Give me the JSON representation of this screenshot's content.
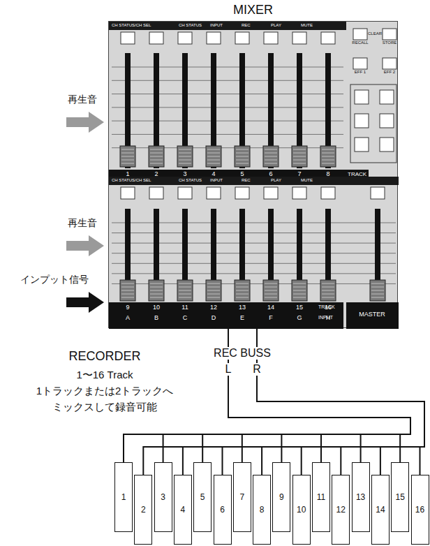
{
  "diagram": {
    "nodes": [
      {
        "text": [
          "MIXER"
        ]
      },
      {
        "text": [
          "1"
        ]
      },
      {
        "text": [
          "2"
        ]
      },
      {
        "text": [
          "3"
        ]
      },
      {
        "text": [
          "4"
        ]
      },
      {
        "text": [
          "5"
        ]
      },
      {
        "text": [
          "6"
        ]
      },
      {
        "text": [
          "7"
        ]
      },
      {
        "text": [
          "8"
        ]
      },
      {
        "text": [
          "9"
        ]
      },
      {
        "text": [
          "10"
        ]
      },
      {
        "text": [
          "11"
        ]
      },
      {
        "text": [
          "12"
        ]
      },
      {
        "text": [
          "13"
        ]
      },
      {
        "text": [
          "14"
        ]
      },
      {
        "text": [
          "15"
        ]
      },
      {
        "text": [
          "16"
        ]
      }
    ],
    "edges": [
      {
        "from": 0,
        "to": 1,
        "arrow": "none"
      },
      {
        "from": 0,
        "to": 2,
        "arrow": "none"
      },
      {
        "from": 0,
        "to": 3,
        "arrow": "none"
      },
      {
        "from": 0,
        "to": 4,
        "arrow": "none"
      },
      {
        "from": 0,
        "to": 5,
        "arrow": "none"
      },
      {
        "from": 0,
        "to": 6,
        "arrow": "none"
      },
      {
        "from": 0,
        "to": 7,
        "arrow": "none"
      },
      {
        "from": 0,
        "to": 8,
        "arrow": "none"
      },
      {
        "from": 0,
        "to": 9,
        "arrow": "none"
      },
      {
        "from": 0,
        "to": 10,
        "arrow": "none"
      },
      {
        "from": 0,
        "to": 11,
        "arrow": "none"
      },
      {
        "from": 0,
        "to": 12,
        "arrow": "none"
      },
      {
        "from": 0,
        "to": 13,
        "arrow": "none"
      },
      {
        "from": 0,
        "to": 14,
        "arrow": "none"
      },
      {
        "from": 0,
        "to": 15,
        "arrow": "none"
      },
      {
        "from": 0,
        "to": 16,
        "arrow": "none"
      }
    ],
    "labels": [
      "再生音",
      "再生音",
      "インプット信号",
      "CH STATUS/CH SEL",
      "CH STATUS",
      "INPUT",
      "REC",
      "PLAY",
      "MUTE",
      "RECALL",
      "CLEAR",
      "STORE",
      "EFF 1",
      "EFF 2",
      "1",
      "2",
      "3",
      "4",
      "5",
      "6",
      "7",
      "8",
      "TRACK",
      "CH STATUS/CH SEL",
      "CH STATUS",
      "INPUT",
      "REC",
      "PLAY",
      "MUTE",
      "9",
      "10",
      "11",
      "12",
      "13",
      "14",
      "15",
      "16",
      "A",
      "B",
      "C",
      "D",
      "E",
      "F",
      "G",
      "H",
      "TRACK",
      "INPUT",
      "MASTER",
      "REC BUSS",
      "L",
      "R",
      "RECORDER",
      "1〜16 Track",
      "1トラックまたは2トラックへ",
      "ミックスして録音可能"
    ]
  }
}
